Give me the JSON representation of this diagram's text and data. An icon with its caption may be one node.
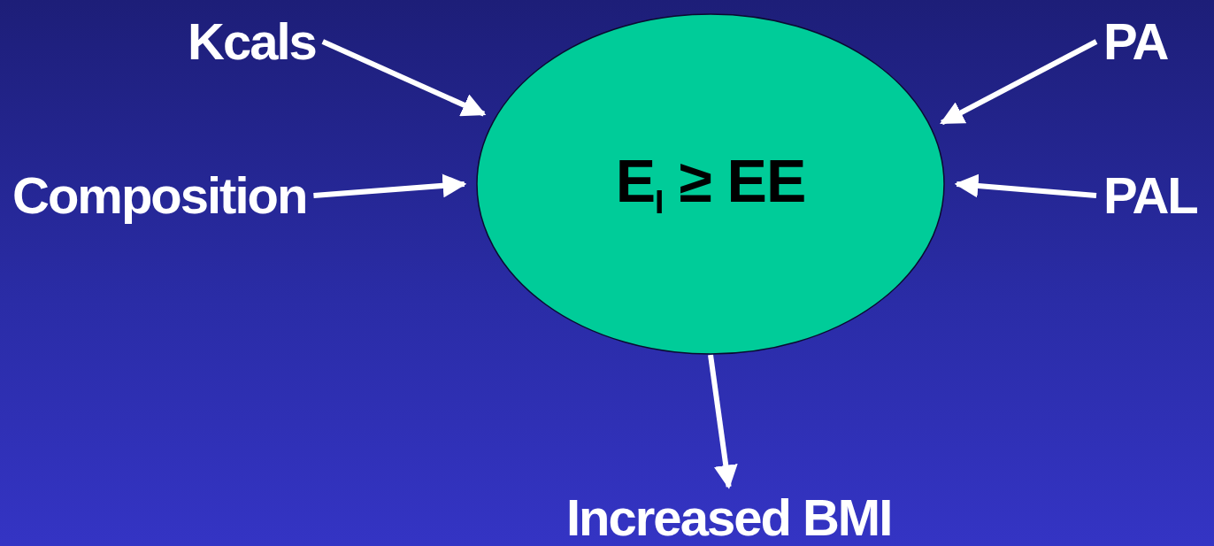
{
  "diagram": {
    "nodes": [
      {
        "text": [
          "Kcals"
        ]
      },
      {
        "text": [
          "PA"
        ]
      },
      {
        "text": [
          "Composition"
        ]
      },
      {
        "text": [
          "E$_{I}$ ≥ EE"
        ]
      },
      {
        "text": [
          "PAL"
        ]
      },
      {
        "text": [
          "Increased BMI"
        ]
      }
    ],
    "edges": [
      {
        "from": 0,
        "to": 3,
        "arrow": "to"
      },
      {
        "from": 1,
        "to": 3,
        "arrow": "to"
      },
      {
        "from": 2,
        "to": 3,
        "arrow": "to"
      },
      {
        "from": 4,
        "to": 3,
        "arrow": "to"
      },
      {
        "from": 3,
        "to": 5,
        "arrow": "to"
      }
    ]
  }
}
